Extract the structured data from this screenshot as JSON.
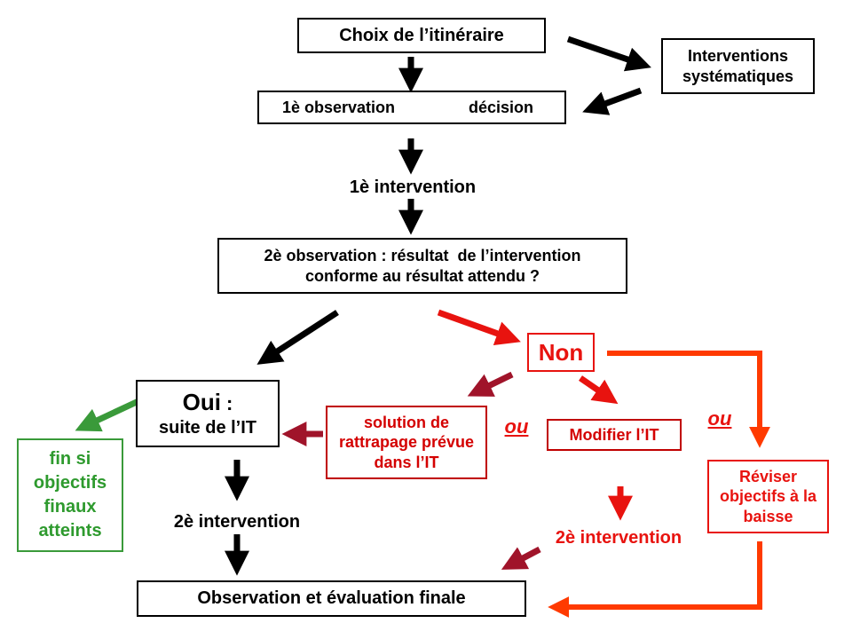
{
  "nodes": {
    "choix": "Choix de l’itinéraire",
    "interventions_systematiques": "Interventions systématiques",
    "obs1_a": "1è observation",
    "obs1_b": "décision",
    "intervention1": "1è intervention",
    "obs2_line1": "2è observation : résultat  de l’intervention",
    "obs2_line2": "conforme au résultat attendu ?",
    "non": "Non",
    "oui_strong": "Oui",
    "oui_colon": " :",
    "oui_line2": "suite de l’IT",
    "fin": "fin si objectifs finaux atteints",
    "solution": "solution de rattrapage prévue dans l’IT",
    "ou1": "ou",
    "modifier": "Modifier l’IT",
    "ou2": "ou",
    "reviser": "Réviser objectifs à la baisse",
    "intervention2_black": "2è intervention",
    "intervention2_red": "2è intervention",
    "final": "Observation et évaluation finale"
  },
  "colors": {
    "black": "#000000",
    "red": "#e8130f",
    "dark_red": "#a0142a",
    "orange_red": "#ff3a00",
    "green": "#3a9a3a"
  }
}
